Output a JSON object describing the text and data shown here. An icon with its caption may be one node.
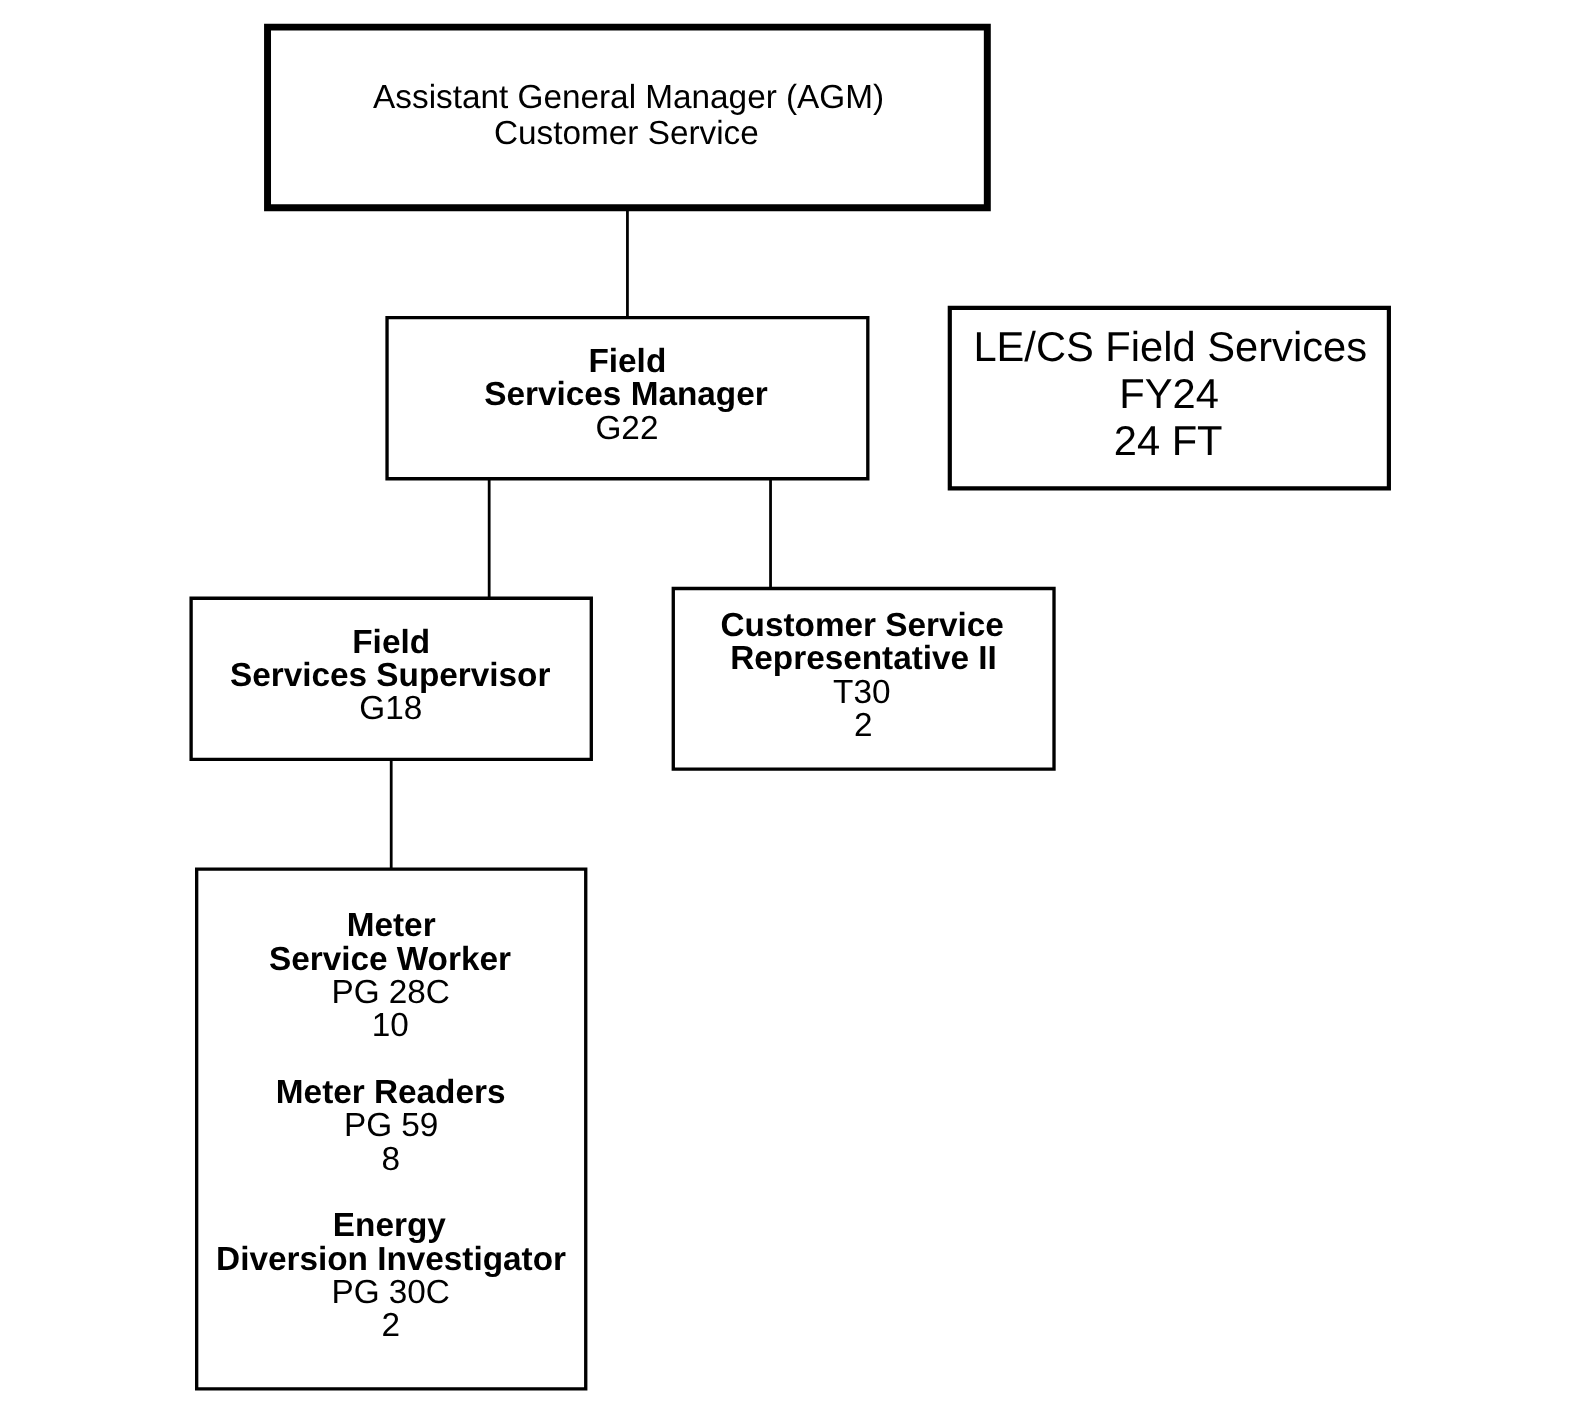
{
  "diagram": {
    "nodes": [
      {
        "text": [
          "Assistant General Manager (AGM) Customer Service"
        ]
      },
      {
        "text": [
          "Field Services Manager",
          "G22"
        ]
      },
      {
        "text": [
          "LE/CS Field Services",
          "FY24",
          "24 FT"
        ]
      },
      {
        "text": [
          "Field Services Supervisor",
          "G18"
        ]
      },
      {
        "text": [
          "Customer Service Representative II",
          "T30",
          "2"
        ]
      },
      {
        "text": [
          "Meter Service Worker",
          "PG 28C",
          "10",
          "Meter Readers",
          "PG 59",
          "8",
          "Energy Diversion Investigator",
          "PG 30C",
          "2"
        ]
      }
    ],
    "edges": [
      {
        "from": 0,
        "to": 1,
        "arrow": "none"
      },
      {
        "from": 1,
        "to": 3,
        "arrow": "none"
      },
      {
        "from": 1,
        "to": 4,
        "arrow": "none"
      },
      {
        "from": 3,
        "to": 5,
        "arrow": "none"
      }
    ]
  }
}
